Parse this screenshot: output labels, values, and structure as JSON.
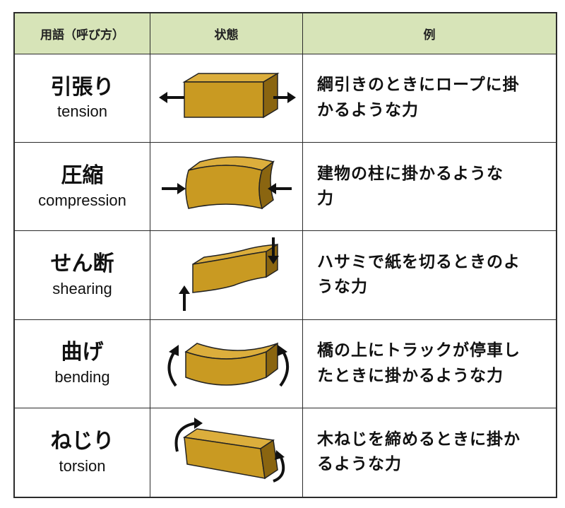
{
  "header": {
    "term": "用語（呼び方）",
    "state": "状態",
    "example": "例"
  },
  "rows": [
    {
      "jp": "引張り",
      "en": "tension",
      "example_lines": [
        "綱引きのときにロープに掛",
        "かるような力"
      ]
    },
    {
      "jp": "圧縮",
      "en": "compression",
      "example_lines": [
        "建物の柱に掛かるような",
        "力"
      ]
    },
    {
      "jp": "せん断",
      "en": "shearing",
      "example_lines": [
        "ハサミで紙を切るときのよ",
        "うな力"
      ]
    },
    {
      "jp": "曲げ",
      "en": "bending",
      "example_lines": [
        "橋の上にトラックが停車し",
        "たときに掛かるような力"
      ]
    },
    {
      "jp": "ねじり",
      "en": "torsion",
      "example_lines": [
        "木ねじを締めるときに掛か",
        "るような力"
      ]
    }
  ],
  "icons": [
    "tension-block-illustration",
    "compression-block-illustration",
    "shearing-block-illustration",
    "bending-block-illustration",
    "torsion-block-illustration"
  ],
  "colors": {
    "header_bg": "#d7e4b8",
    "block_top": "#dcae3c",
    "block_front": "#c99a22",
    "block_side": "#8a6510",
    "border": "#2b2b2b"
  }
}
